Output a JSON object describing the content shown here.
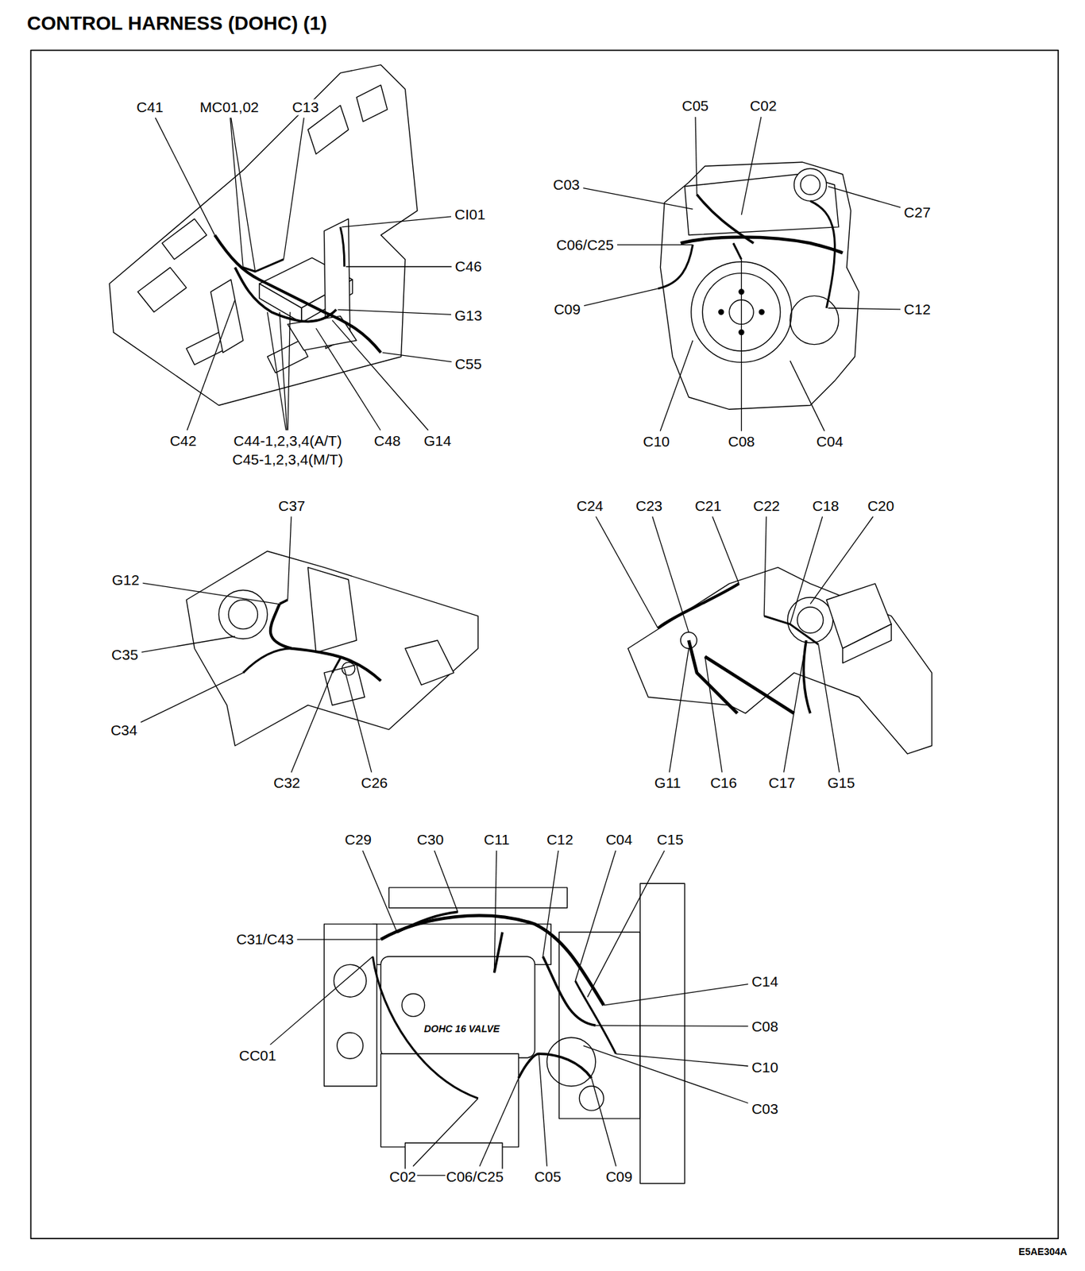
{
  "diagram": {
    "title": "CONTROL HARNESS (DOHC) (1)",
    "labels": [
      "C41",
      "MC01,02",
      "C13",
      "CI01",
      "C46",
      "G13",
      "C55",
      "C42",
      "C44-1,2,3,4(A/T)",
      "C45-1,2,3,4(M/T)",
      "C48",
      "G14",
      "C05",
      "C02",
      "C03",
      "C27",
      "C06/C25",
      "C09",
      "C12",
      "C10",
      "C08",
      "C04",
      "C37",
      "G12",
      "C35",
      "C34",
      "C32",
      "C26",
      "C24",
      "C23",
      "C21",
      "C22",
      "C18",
      "C20",
      "G11",
      "C16",
      "C17",
      "G15",
      "C29",
      "C30",
      "C11",
      "C12",
      "C04",
      "C15",
      "C31/C43",
      "CC01",
      "DOHC 16 VALVE",
      "C14",
      "C08",
      "C10",
      "C03",
      "C02",
      "C06/C25",
      "C05",
      "C09",
      "E5AE304A"
    ]
  }
}
